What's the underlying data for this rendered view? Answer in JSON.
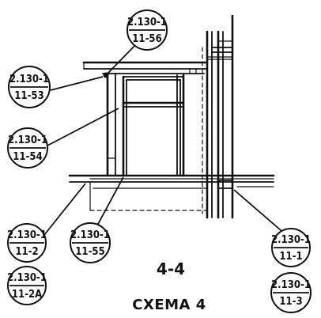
{
  "drawing": {
    "section_label": "4-4",
    "scheme_label": "СХЕМА 4",
    "callouts": [
      {
        "id": "c-11-56",
        "top": "2.130-1",
        "bottom": "11-56"
      },
      {
        "id": "c-11-53",
        "top": "2.130-1",
        "bottom": "11-53"
      },
      {
        "id": "c-11-54",
        "top": "2.130-1",
        "bottom": "11-54"
      },
      {
        "id": "c-11-2",
        "top": "2.130-1",
        "bottom": "11-2"
      },
      {
        "id": "c-11-55",
        "top": "2.130-1",
        "bottom": "11-55"
      },
      {
        "id": "c-11-2A",
        "top": "2.130-1",
        "bottom": "11-2A"
      },
      {
        "id": "c-11-1",
        "top": "2.130-1",
        "bottom": "11-1"
      },
      {
        "id": "c-11-3",
        "top": "2.130-1",
        "bottom": "11-3"
      }
    ]
  }
}
